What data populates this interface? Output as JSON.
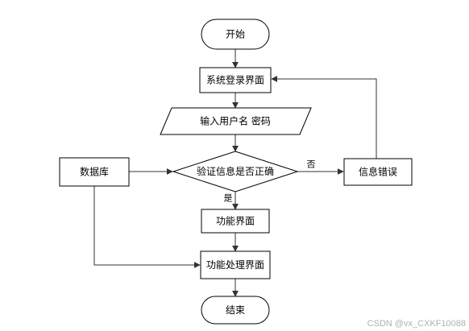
{
  "nodes": {
    "start": "开始",
    "login": "系统登录界面",
    "input": "输入用户名 密码",
    "verify": "验证信息是否正确",
    "error": "信息错误",
    "database": "数据库",
    "func": "功能界面",
    "process": "功能处理界面",
    "end": "结束"
  },
  "edge_labels": {
    "no": "否",
    "yes": "是"
  },
  "watermark": "CSDN @vx_CXKF10088"
}
